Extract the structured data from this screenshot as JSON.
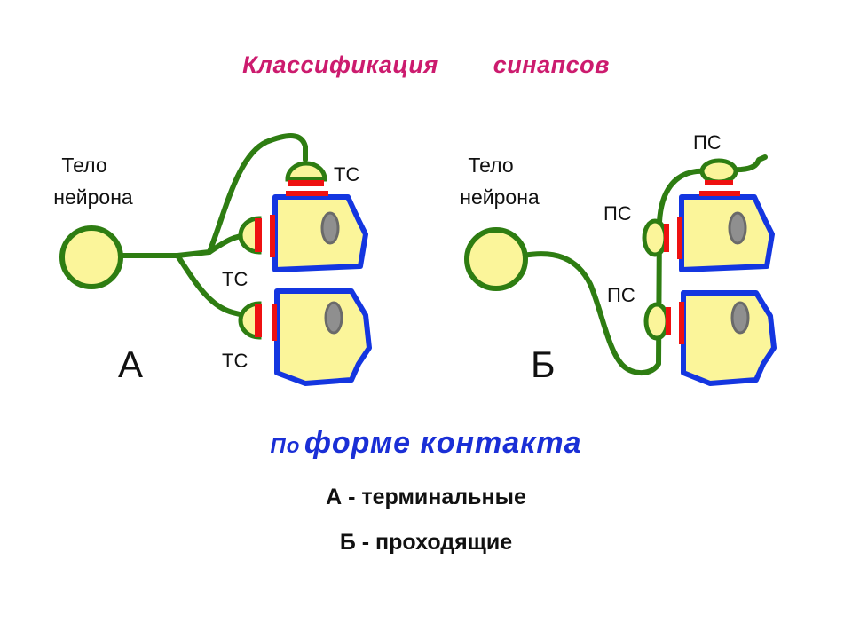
{
  "title": {
    "word1": "Классификация",
    "word2": "синапсов"
  },
  "panel_a": {
    "body_label_1": "Тело",
    "body_label_2": "нейрона",
    "synapse_label": "ТС",
    "letter": "А"
  },
  "panel_b": {
    "body_label_1": "Тело",
    "body_label_2": "нейрона",
    "synapse_label": "ПС",
    "letter": "Б"
  },
  "caption": {
    "prefix": "По",
    "heading": "форме контакта",
    "line1": "А  - терминальные",
    "line2": "Б  - проходящие"
  },
  "colors": {
    "title": "#cc1b6e",
    "axon": "#2e7d12",
    "cell_fill": "#fbf59a",
    "membrane": "#1436e0",
    "contact": "#ee1111",
    "nucleus": "#8f8f8f",
    "heading": "#1a2fd6"
  }
}
